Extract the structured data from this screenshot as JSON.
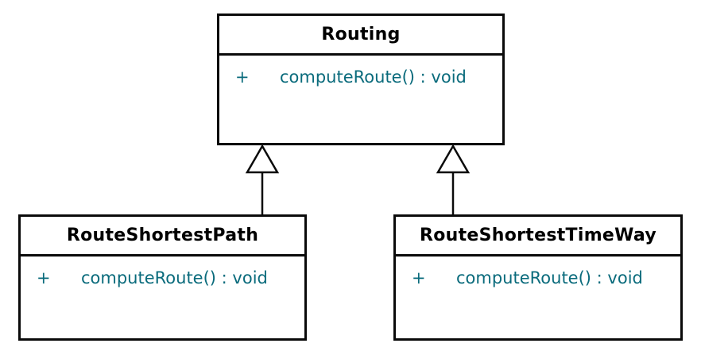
{
  "diagram": {
    "type": "uml-class-diagram",
    "colors": {
      "background": "#ffffff",
      "border_color": "#0a0a0a",
      "title_color": "#000000",
      "method_color": "#0a6b7c"
    },
    "classes": [
      {
        "name": "Routing",
        "methods": [
          {
            "visibility": "+",
            "signature": "computeRoute() : void"
          }
        ]
      },
      {
        "name": "RouteShortestPath",
        "methods": [
          {
            "visibility": "+",
            "signature": "computeRoute() : void"
          }
        ]
      },
      {
        "name": "RouteShortestTimeWay",
        "methods": [
          {
            "visibility": "+",
            "signature": "computeRoute() : void"
          }
        ]
      }
    ],
    "relations": [
      {
        "type": "generalization",
        "from": "RouteShortestPath",
        "to": "Routing"
      },
      {
        "type": "generalization",
        "from": "RouteShortestTimeWay",
        "to": "Routing"
      }
    ]
  }
}
